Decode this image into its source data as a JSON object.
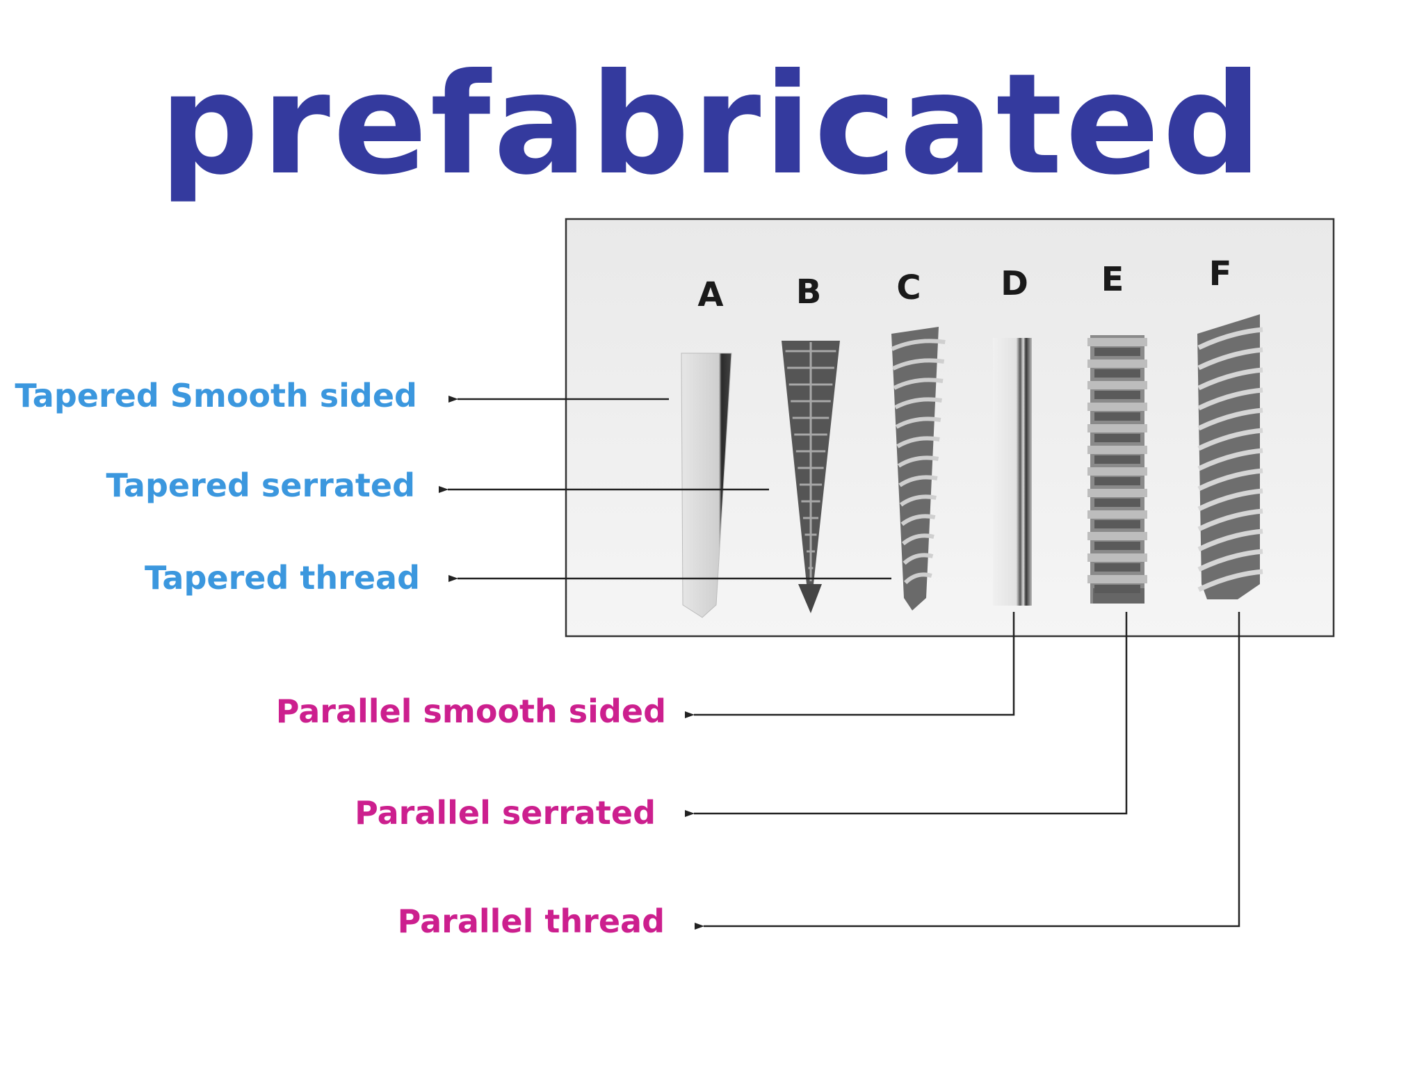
{
  "title": "prefabricated",
  "post_letters": [
    "A",
    "B",
    "C",
    "D",
    "E",
    "F"
  ],
  "tapered_labels": [
    "Tapered Smooth sided",
    "Tapered serrated",
    "Tapered thread"
  ],
  "parallel_labels": [
    "Parallel smooth sided",
    "Parallel serrated",
    "Parallel thread"
  ],
  "colors": {
    "title": "#343a9e",
    "tapered": "#3b97de",
    "parallel": "#cc1f8e",
    "lines": "#222222",
    "photo_border": "#333333"
  }
}
